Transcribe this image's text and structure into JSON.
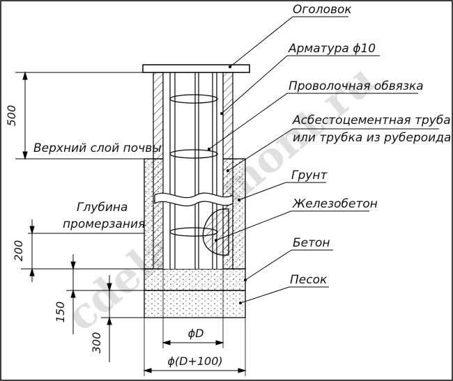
{
  "labels": {
    "cap": "Оголовок",
    "rebar": "Арматура ϕ10",
    "wire": "Проволочная обвязка",
    "pipe_line1": "Асбестоцементная труба",
    "pipe_line2": "или трубка из рубероида",
    "soil": "Грунт",
    "rc": "Железобетон",
    "concrete": "Бетон",
    "sand": "Песок",
    "topsoil": "Верхний слой почвы",
    "frost_line1": "Глубина",
    "frost_line2": "промерзания"
  },
  "dimensions": {
    "d500": "500",
    "d200": "200",
    "d150": "150",
    "d300": "300",
    "dD": "ϕD",
    "dD100": "ϕ(D+100)"
  },
  "watermark": "cdelayremont.ru"
}
